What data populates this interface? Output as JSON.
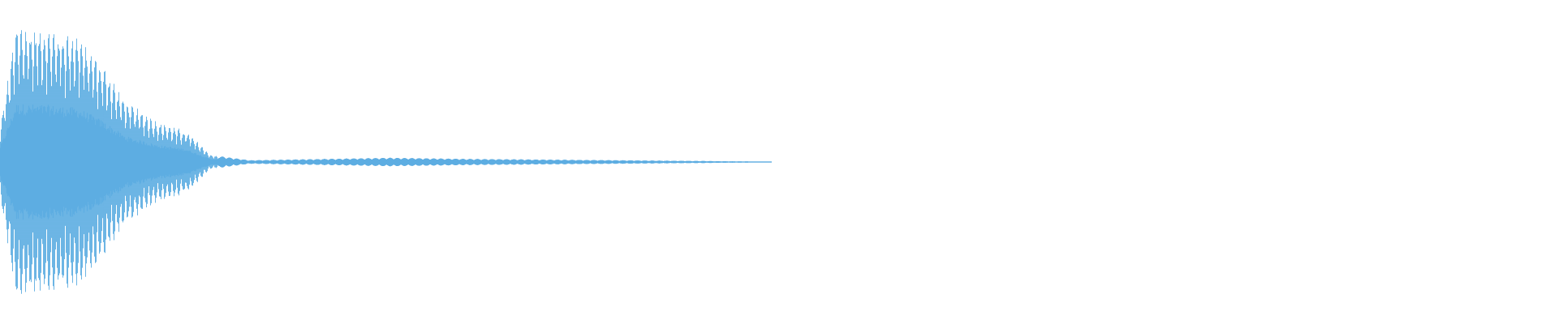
{
  "waveform": {
    "color": "#5DADE2",
    "background": "#FFFFFF",
    "duration_fraction_with_signal": 0.5,
    "envelope": [
      {
        "t": 0.0,
        "amp": 0.28
      },
      {
        "t": 0.004,
        "amp": 0.55
      },
      {
        "t": 0.01,
        "amp": 1.0
      },
      {
        "t": 0.03,
        "amp": 0.98
      },
      {
        "t": 0.05,
        "amp": 0.93
      },
      {
        "t": 0.065,
        "amp": 0.72
      },
      {
        "t": 0.08,
        "amp": 0.45
      },
      {
        "t": 0.1,
        "amp": 0.3
      },
      {
        "t": 0.12,
        "amp": 0.22
      },
      {
        "t": 0.135,
        "amp": 0.05
      },
      {
        "t": 0.16,
        "amp": 0.012
      },
      {
        "t": 0.25,
        "amp": 0.03
      },
      {
        "t": 0.3,
        "amp": 0.022
      },
      {
        "t": 0.4,
        "amp": 0.012
      },
      {
        "t": 0.49,
        "amp": 0.003
      },
      {
        "t": 0.495,
        "amp": 0.0
      },
      {
        "t": 1.0,
        "amp": 0.0
      }
    ]
  }
}
